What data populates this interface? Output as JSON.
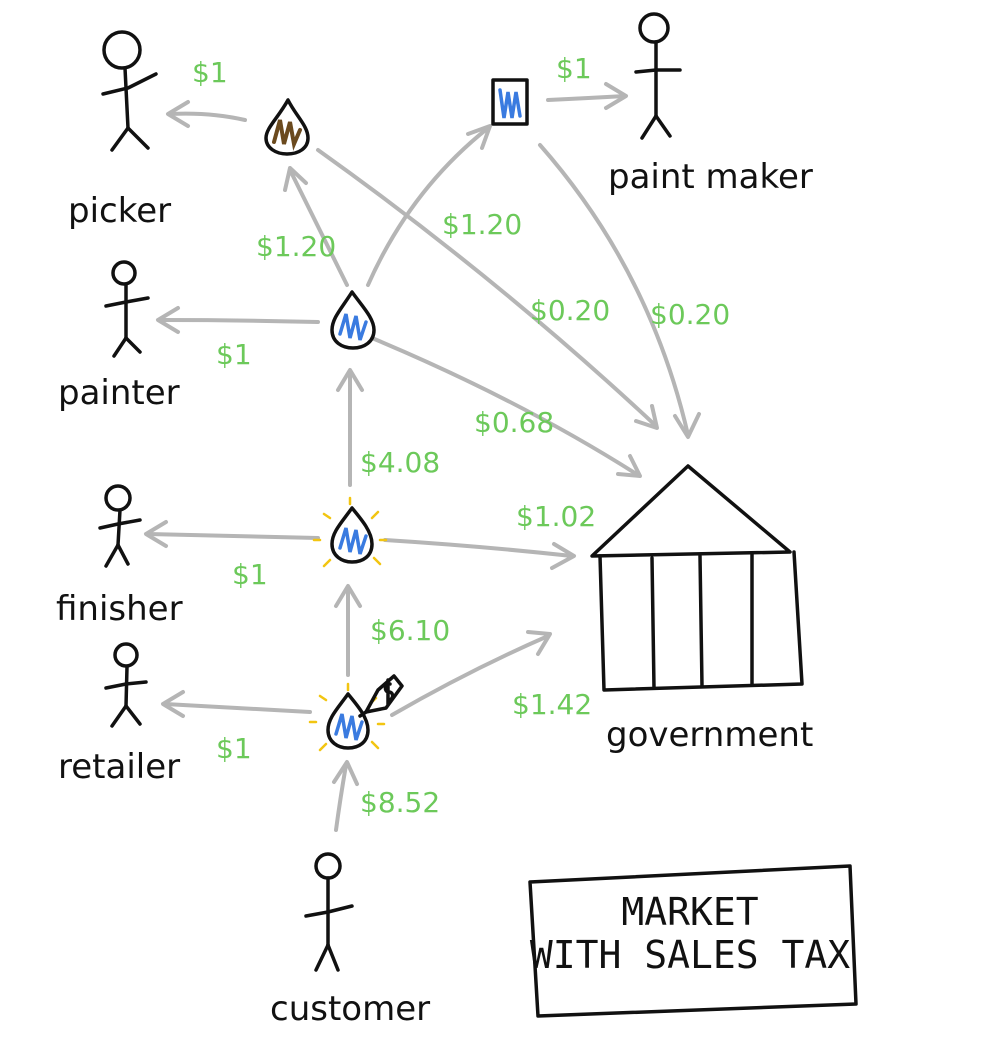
{
  "roles": {
    "picker": "picker",
    "painter": "painter",
    "finisher": "finisher",
    "retailer": "retailer",
    "customer": "customer",
    "paint_maker": "paint maker",
    "government": "government"
  },
  "flows": {
    "to_picker": "$1",
    "to_paint_maker": "$1",
    "painter_to_pigment": "$1.20",
    "painter_to_paint": "$1.20",
    "pigment_tax": "$0.20",
    "paint_tax": "$0.20",
    "to_painter": "$1",
    "painter_tax": "$0.68",
    "finisher_to_painter": "$4.08",
    "finisher_tax": "$1.02",
    "to_finisher": "$1",
    "retailer_to_finisher": "$6.10",
    "retailer_tax": "$1.42",
    "to_retailer": "$1",
    "customer_pays": "$8.52"
  },
  "title": {
    "line1": "MARKET",
    "line2": "WITH SALES TAX"
  },
  "colors": {
    "money_green": "#6cc95a",
    "arrow_gray": "#b5b5b5",
    "ink": "#111111",
    "paint_blue": "#3a7be0",
    "pigment_brown": "#6b4a1e",
    "sparkle_yellow": "#f2c511"
  }
}
